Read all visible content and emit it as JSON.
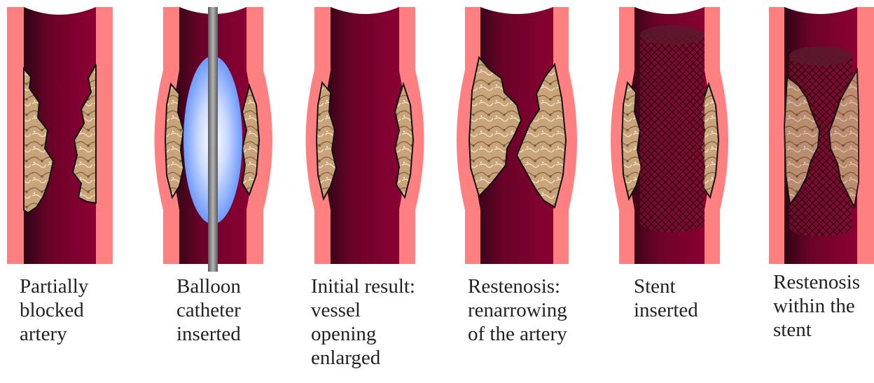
{
  "panels": [
    {
      "caption": [
        "Partially",
        "blocked",
        "artery"
      ]
    },
    {
      "caption": [
        "Balloon",
        "catheter",
        "inserted"
      ]
    },
    {
      "caption": [
        "Initial result:",
        "vessel",
        "opening",
        "enlarged"
      ]
    },
    {
      "caption": [
        "Restenosis:",
        "renarrowing",
        "of the artery"
      ]
    },
    {
      "caption": [
        "Stent",
        "inserted"
      ]
    },
    {
      "caption": [
        "Restenosis",
        "within the",
        "stent"
      ]
    }
  ],
  "colors": {
    "vessel_wall": "#ff8080",
    "lumen_dark": "#3a0818",
    "lumen": "#8a0030",
    "plaque": "#c8a57e",
    "balloon": "#6fa0ff",
    "catheter": "#808080"
  }
}
